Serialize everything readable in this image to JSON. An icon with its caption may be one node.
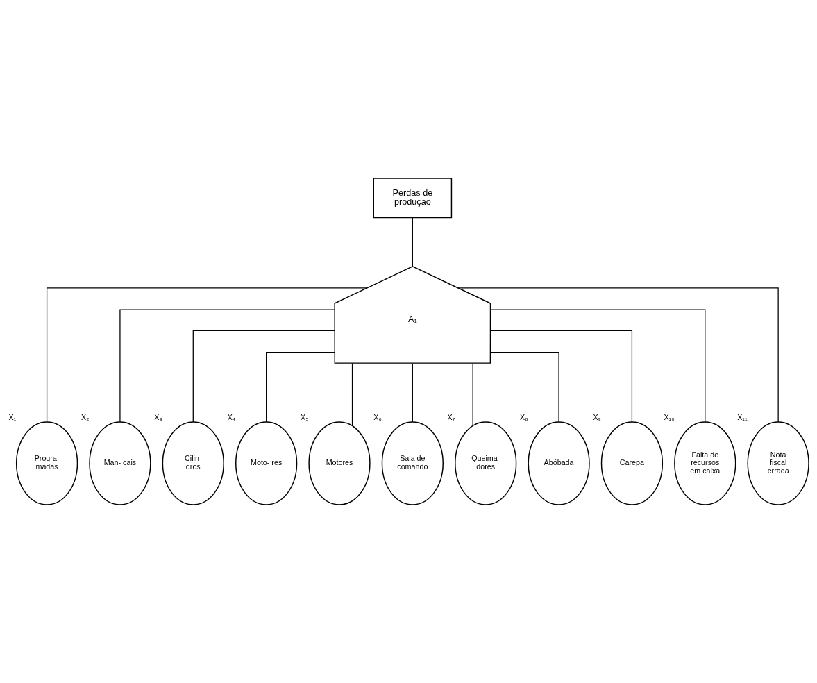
{
  "diagram": {
    "nodes": [
      {
        "text": [
          "Perdas de produção"
        ]
      },
      {
        "text": [
          "A₁"
        ]
      },
      {
        "text": [
          "Progra- madas"
        ],
        "beside": [
          "X₁"
        ]
      },
      {
        "text": [
          "Man- cais"
        ],
        "beside": [
          "X₂"
        ]
      },
      {
        "text": [
          "Cilin- dros"
        ],
        "beside": [
          "X₃"
        ]
      },
      {
        "text": [
          "Moto- res"
        ],
        "beside": [
          "X₄"
        ]
      },
      {
        "text": [
          "Motores"
        ],
        "beside": [
          "X₅"
        ]
      },
      {
        "text": [
          "Sala de comando"
        ],
        "beside": [
          "X₆"
        ]
      },
      {
        "text": [
          "Queima- dores"
        ],
        "beside": [
          "X₇"
        ]
      },
      {
        "text": [
          "Abóbada"
        ],
        "beside": [
          "X₈"
        ]
      },
      {
        "text": [
          "Carepa"
        ],
        "beside": [
          "X₉"
        ]
      },
      {
        "text": [
          "Falta de recursos em caixa"
        ],
        "beside": [
          "X₁₀"
        ]
      },
      {
        "text": [
          "Nota fiscal errada"
        ],
        "beside": [
          "X₁₁"
        ]
      }
    ],
    "edges": [
      {
        "from": 0,
        "to": 1,
        "arrow": "none"
      },
      {
        "from": 1,
        "to": 2,
        "arrow": "none"
      },
      {
        "from": 1,
        "to": 3,
        "arrow": "none"
      },
      {
        "from": 1,
        "to": 4,
        "arrow": "none"
      },
      {
        "from": 1,
        "to": 5,
        "arrow": "none"
      },
      {
        "from": 1,
        "to": 6,
        "arrow": "none"
      },
      {
        "from": 1,
        "to": 7,
        "arrow": "none"
      },
      {
        "from": 1,
        "to": 8,
        "arrow": "none"
      },
      {
        "from": 1,
        "to": 9,
        "arrow": "none"
      },
      {
        "from": 1,
        "to": 10,
        "arrow": "none"
      },
      {
        "from": 1,
        "to": 11,
        "arrow": "none"
      },
      {
        "from": 1,
        "to": 12,
        "arrow": "none"
      }
    ]
  }
}
